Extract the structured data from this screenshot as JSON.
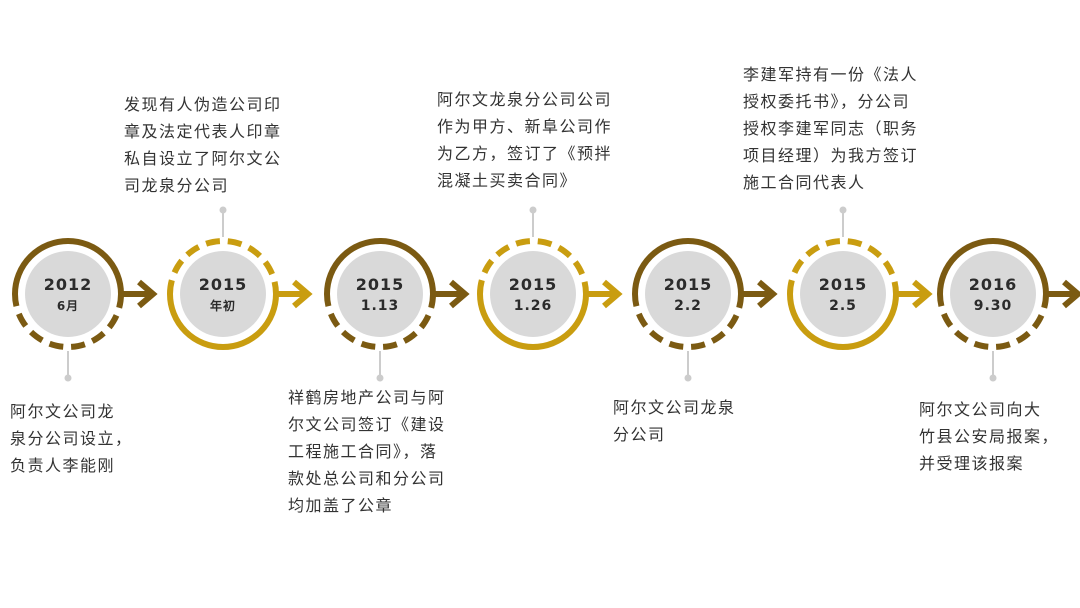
{
  "colors": {
    "dark_gold": "#7b5a12",
    "light_gold": "#c99d10",
    "circle_fill": "#d9d9d9",
    "connector": "#cccccc"
  },
  "events": [
    {
      "year": "2012",
      "date": "6月",
      "desc": "阿尔文公司龙\n泉分公司设立，\n负责人李能刚"
    },
    {
      "year": "2015",
      "date": "年初",
      "desc": "发现有人伪造公司印\n章及法定代表人印章\n私自设立了阿尔文公\n司龙泉分公司"
    },
    {
      "year": "2015",
      "date": "1.13",
      "desc": "祥鹤房地产公司与阿\n尔文公司签订《建设\n工程施工合同》，落\n款处总公司和分公司\n均加盖了公章"
    },
    {
      "year": "2015",
      "date": "1.26",
      "desc": "阿尔文龙泉分公司公司\n作为甲方、新阜公司作\n为乙方，签订了《预拌\n混凝土买卖合同》"
    },
    {
      "year": "2015",
      "date": "2.2",
      "desc": "阿尔文公司龙泉\n分公司"
    },
    {
      "year": "2015",
      "date": "2.5",
      "desc": "李建军持有一份《法人\n授权委托书》，分公司\n授权李建军同志（职务\n项目经理）为我方签订\n施工合同代表人"
    },
    {
      "year": "2016",
      "date": "9.30",
      "desc": "阿尔文公司向大\n竹县公安局报案，\n并受理该报案"
    }
  ]
}
